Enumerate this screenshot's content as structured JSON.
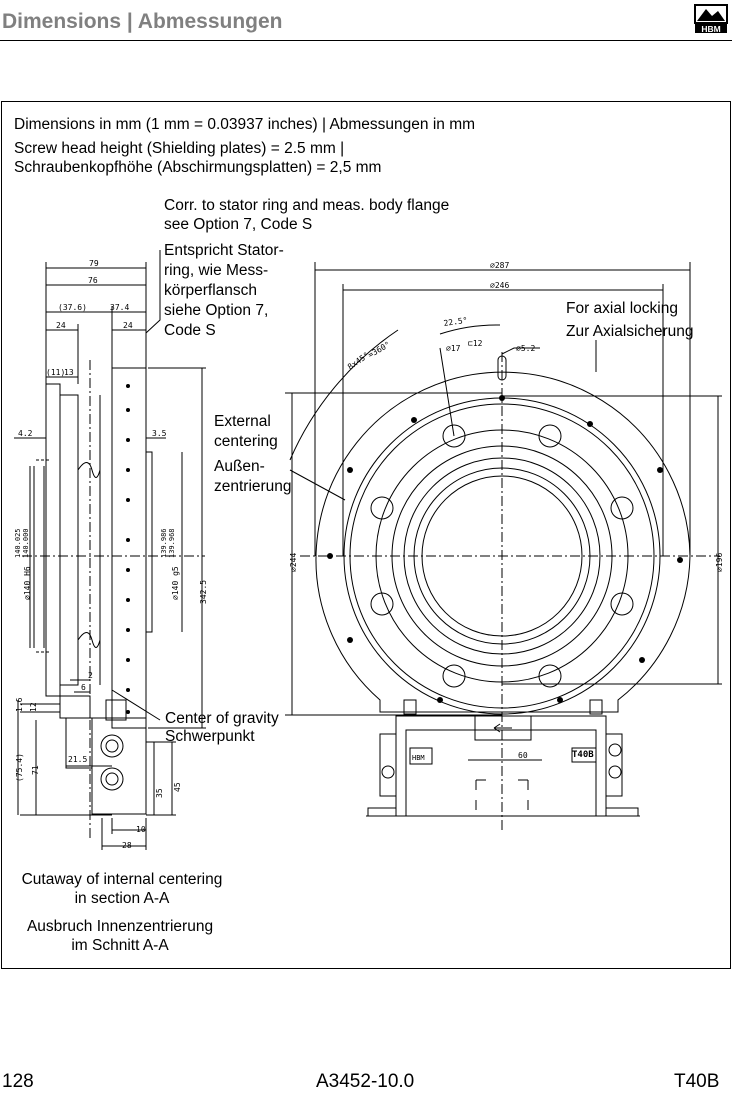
{
  "header": {
    "title": "Dimensions | Abmessungen",
    "logo_text": "HBM"
  },
  "notes": {
    "dimensions_line": "Dimensions in mm (1 mm = 0.03937 inches) | Abmessungen in mm",
    "screw_line1": "Screw head height (Shielding plates) = 2.5 mm |",
    "screw_line2": "Schraubenkopfhöhe (Abschirmungsplatten) = 2,5 mm"
  },
  "callouts": {
    "corr_en_1": "Corr. to stator ring and meas. body flange",
    "corr_en_2": "see Option 7, Code S",
    "corr_de_1": "Entspricht Stator-",
    "corr_de_2": "ring, wie Mess-",
    "corr_de_3": "körperflansch",
    "corr_de_4": "siehe Option 7,",
    "corr_de_5": "Code S",
    "axial_en": "For axial locking",
    "axial_de": "Zur Axialsicherung",
    "ext_en_1": "External",
    "ext_en_2": "centering",
    "ext_de_1": "Außen-",
    "ext_de_2": "zentrierung",
    "cog_en": "Center of gravity",
    "cog_de": "Schwerpunkt",
    "cut_en_1": "Cutaway of internal centering",
    "cut_en_2": "in section A-A",
    "cut_de_1": "Ausbruch Innenzentrierung",
    "cut_de_2": "im Schnitt A-A"
  },
  "dims": {
    "d79": "79",
    "d76": "76",
    "d376": "(37.6)",
    "d374": "37.4",
    "d24a": "24",
    "d24b": "24",
    "d11": "(11)",
    "d13": "13",
    "d42": "4.2",
    "d35": "3.5",
    "d140h6": "⌀140 H6",
    "d140h6tol1": "140.025",
    "d140h6tol2": "140.000",
    "d140g5": "⌀140 g5",
    "d140g5tol1": "139.986",
    "d140g5tol2": "139.968",
    "d3425": "342.5",
    "d2": "2",
    "d6": "6",
    "d16": "1.6",
    "d12": "12",
    "d754": "(75.4)",
    "d71": "71",
    "d215": "21.5",
    "d35b": "35",
    "d45": "45",
    "d10": "10",
    "d28": "28",
    "d287": "⌀287",
    "d246": "⌀246",
    "d225": "22.5°",
    "d8x45": "8x45°",
    "d360": "=360°",
    "d17": "⌀17",
    "dc12": "⊏12",
    "d52": "⌀5.2",
    "d244": "⌀244",
    "d196": "⌀196",
    "d60": "60",
    "t40b": "T40B",
    "hbm_small": "HBM"
  },
  "footer": {
    "page": "128",
    "doc": "A3452-10.0",
    "model": "T40B"
  }
}
